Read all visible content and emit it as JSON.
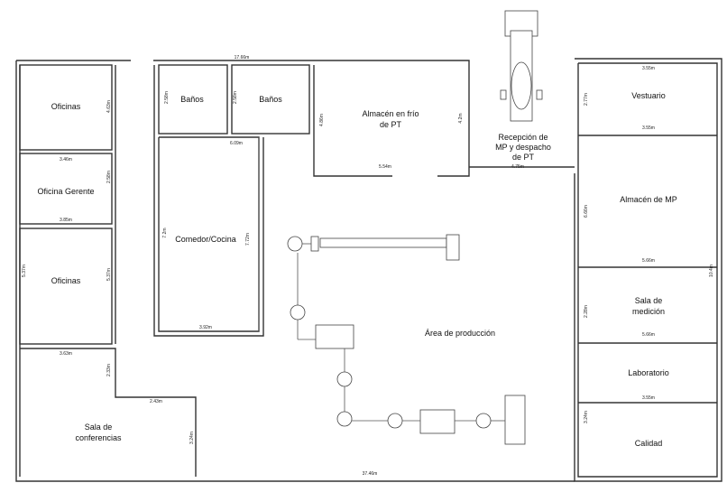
{
  "rooms": {
    "oficinas_top": "Oficinas",
    "oficina_gerente": "Oficina Gerente",
    "oficinas_bottom": "Oficinas",
    "sala_conferencias_1": "Sala de",
    "sala_conferencias_2": "conferencias",
    "banos_1": "Baños",
    "banos_2": "Baños",
    "comedor": "Comedor/Cocina",
    "almacen_frio_1": "Almacén en frío",
    "almacen_frio_2": "de PT",
    "recepcion_1": "Recepción de",
    "recepcion_2": "MP y despacho",
    "recepcion_3": "de PT",
    "vestuario": "Vestuario",
    "almacen_mp": "Almacén de MP",
    "sala_medicion_1": "Sala de",
    "sala_medicion_2": "medición",
    "laboratorio": "Laboratorio",
    "calidad": "Calidad",
    "area_produccion": "Área de producción"
  },
  "dimensions": {
    "top_total": "17.66m",
    "bottom_total": "37.46m",
    "oficina_gerente_top": "3.46m",
    "oficina_gerente_bottom": "3.85m",
    "oficinas_bottom_bottom": "3.63m",
    "conferencias_right_top": "2.43m",
    "comedor_top": "6.09m",
    "comedor_bottom": "3.92m",
    "almacen_frio_bottom": "5.54m",
    "recepcion_bottom": "4.75m",
    "vestuario_top": "3.55m",
    "vestuario_bottom": "3.55m",
    "almacen_mp_bottom": "5.66m",
    "medicion_bottom": "5.66m",
    "laboratorio_bottom": "3.55m",
    "oficinas_top_side": "4.63m",
    "oficina_gerente_side": "2.58m",
    "oficinas_bottom_side": "5.37m",
    "oficinas_left_side": "5.37m",
    "conferencias_side_a": "2.33m",
    "conferencias_side_b": "3.24m",
    "banos_1_side": "2.58m",
    "banos_2_side": "2.58m",
    "almacen_frio_left": "4.86m",
    "almacen_frio_right": "4.2m",
    "comedor_left": "7.2m",
    "comedor_right": "7.72m",
    "vestuario_side": "2.77m",
    "almacen_mp_side": "6.66m",
    "medicion_side": "2.28m",
    "calidad_side": "3.24m",
    "right_edge_side": "10.4m"
  }
}
